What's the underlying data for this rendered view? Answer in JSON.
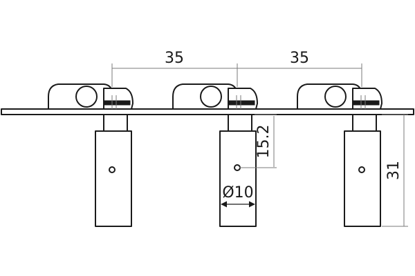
{
  "drawing": {
    "subject": "guitar tuning machines on a strip plate",
    "units": "mm",
    "tuner_count": 3
  },
  "dimensions": {
    "spacing_left": "35",
    "spacing_right": "35",
    "post_height_from_plate": "15.2",
    "post_diameter": "Ø10",
    "total_height": "31"
  },
  "colors": {
    "line": "#1a1a1a",
    "dimension_line": "#7a7a7a",
    "background": "#ffffff"
  }
}
